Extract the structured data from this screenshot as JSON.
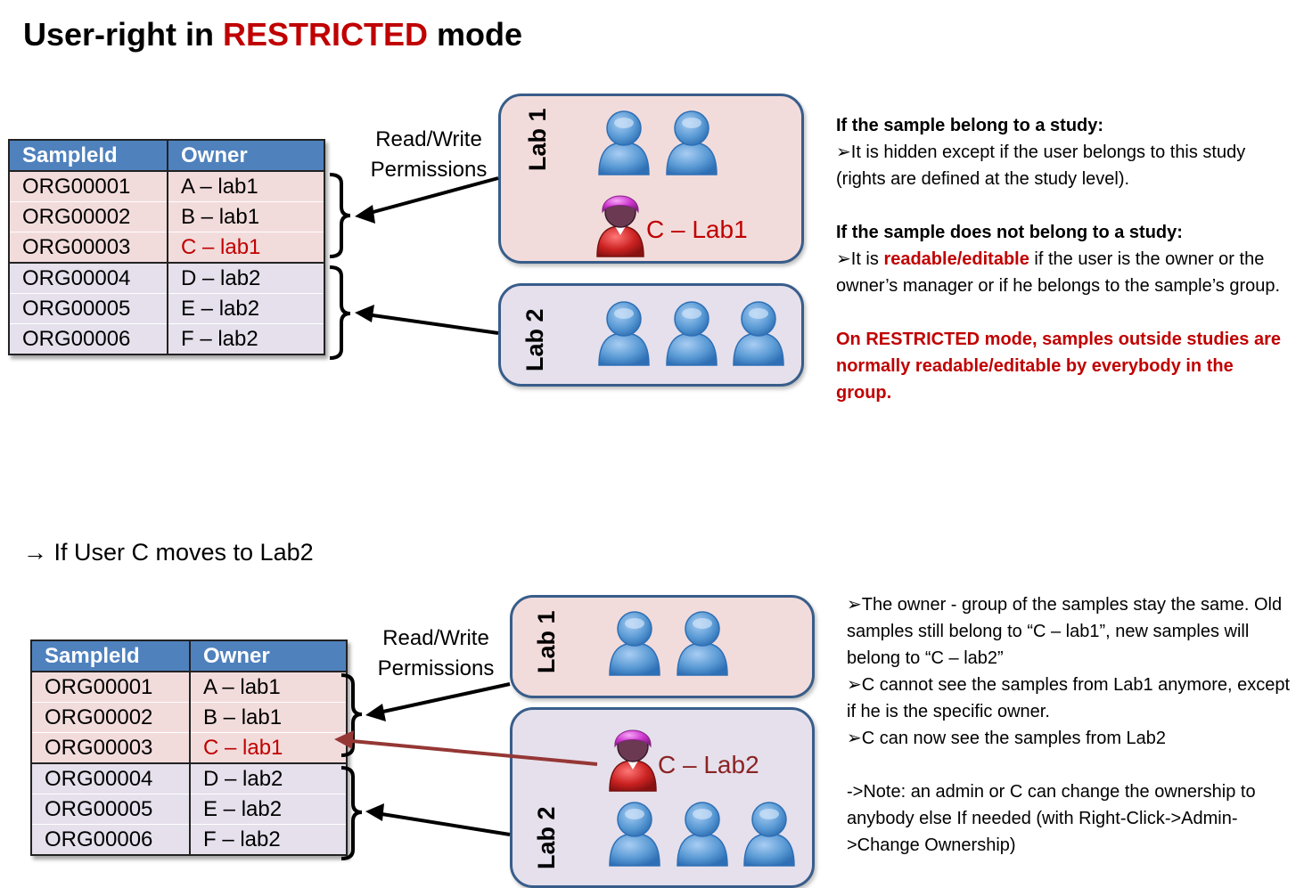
{
  "title": {
    "prefix": "User-right in ",
    "highlight": "RESTRICTED",
    "suffix": " mode"
  },
  "subtitle": "→ If User C moves to Lab2",
  "table": {
    "headers": [
      "SampleId",
      "Owner"
    ],
    "rows": [
      {
        "sample_id": "ORG00001",
        "owner": "A – lab1"
      },
      {
        "sample_id": "ORG00002",
        "owner": "B – lab1"
      },
      {
        "sample_id": "ORG00003",
        "owner": "C – lab1"
      },
      {
        "sample_id": "ORG00004",
        "owner": "D – lab2"
      },
      {
        "sample_id": "ORG00005",
        "owner": "E – lab2"
      },
      {
        "sample_id": "ORG00006",
        "owner": "F – lab2"
      }
    ]
  },
  "permissions_label": {
    "line1": "Read/Write",
    "line2": "Permissions"
  },
  "labs": {
    "lab1": "Lab 1",
    "lab2": "Lab 2"
  },
  "user_labels": {
    "c_lab1": "C – Lab1",
    "c_lab2": "C – Lab2"
  },
  "top_notes": {
    "heading1": "If the sample belong to a study:",
    "text1": "➢It is hidden except if the user belongs to this study (rights are defined at the study level).",
    "heading2": "If the sample does not belong to a study:",
    "text2_prefix": "➢It is ",
    "text2_highlight": "readable/editable",
    "text2_suffix": " if the user is the owner or the owner’s manager or if he belongs to the sample’s group.",
    "warning": "On RESTRICTED mode, samples outside studies are normally readable/editable by everybody in the group."
  },
  "bottom_notes": {
    "line1": "➢The owner - group of the samples stay the same. Old samples still belong to “C – lab1”, new samples will belong to  “C – lab2”",
    "line2": "➢C cannot see the samples from Lab1 anymore, except if he is the specific owner.",
    "line3": "➢C can now see the samples from Lab2",
    "note": "->Note: an admin or C can change the ownership to anybody else If needed (with Right-Click->Admin->Change Ownership)"
  },
  "colors": {
    "header_blue": "#4f81bd",
    "lab1_fill": "#f2dcdb",
    "lab2_fill": "#e5e0ec",
    "lab_border": "#385d8a",
    "accent_red": "#c00000",
    "move_arrow": "#953735",
    "user_blue": "#5b9bd5",
    "user_red": "#cc2222",
    "user_magenta": "#cc33cc"
  },
  "icons": {
    "user": "person-icon",
    "highlighted_user": "person-red-magenta-icon"
  }
}
